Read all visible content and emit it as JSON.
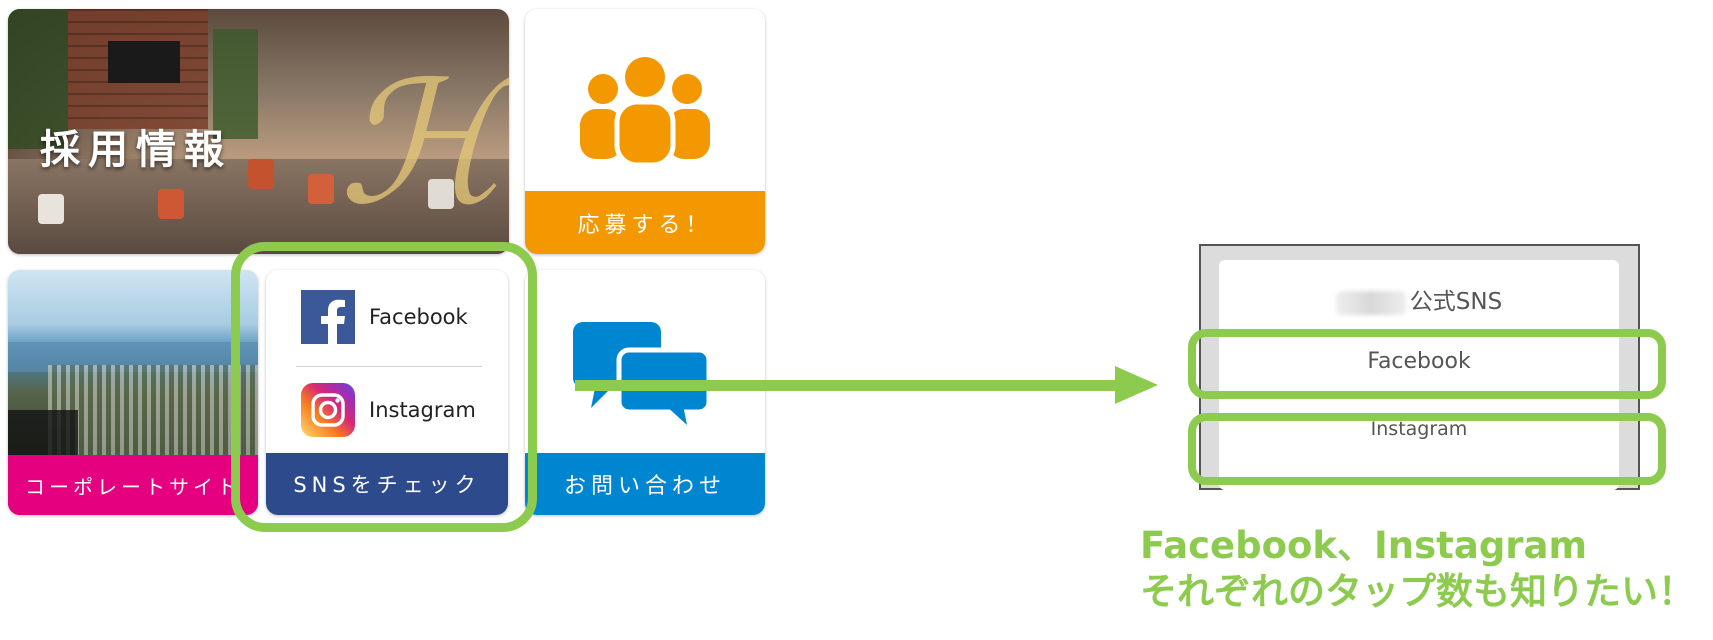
{
  "tiles": {
    "recruit": {
      "title": "採用情報"
    },
    "apply": {
      "label": "応募する！",
      "color": "#f39800"
    },
    "corporate": {
      "label": "コーポレートサイト",
      "color": "#e4007f"
    },
    "sns": {
      "facebook_label": "Facebook",
      "instagram_label": "Instagram",
      "label": "SNSをチェック",
      "color": "#2c4a8c"
    },
    "contact": {
      "label": "お問い合わせ",
      "color": "#0086d1"
    }
  },
  "icons": {
    "apply": "people-group-icon",
    "facebook": "facebook-icon",
    "instagram": "instagram-icon",
    "contact": "speech-bubbles-icon"
  },
  "panel": {
    "title": "公式SNS",
    "items": [
      "Facebook",
      "Instagram"
    ]
  },
  "caption": {
    "line1": "Facebook、Instagram",
    "line2": "それぞれのタップ数も知りたい！"
  },
  "highlight_color": "#8dcb4f"
}
